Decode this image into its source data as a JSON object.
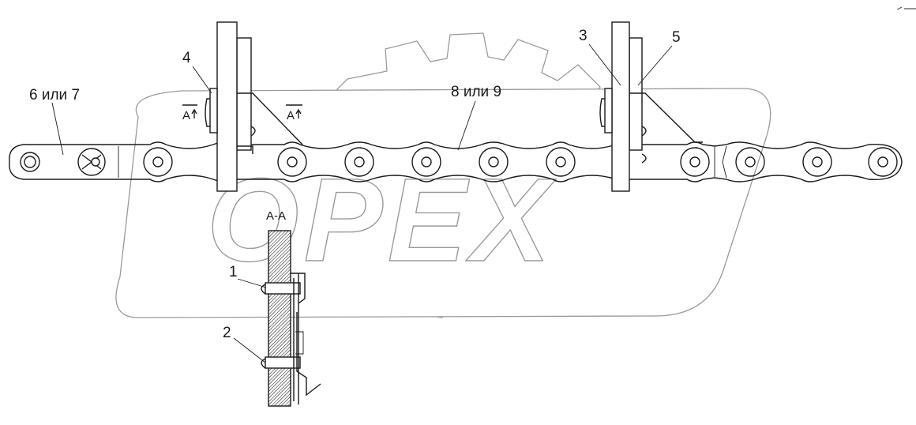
{
  "labels": {
    "callout_1": "1",
    "callout_2": "2",
    "callout_3": "3",
    "callout_4": "4",
    "callout_5": "5",
    "chain_6_7": "6 или 7",
    "chain_8_9": "8 или 9",
    "section_marker_left": "A",
    "section_marker_right": "A",
    "section_title": "A-A"
  },
  "watermark": {
    "text": "OPEX",
    "color": "#9a9a9a"
  },
  "colors": {
    "line": "#1a1a1a",
    "background": "#ffffff"
  }
}
